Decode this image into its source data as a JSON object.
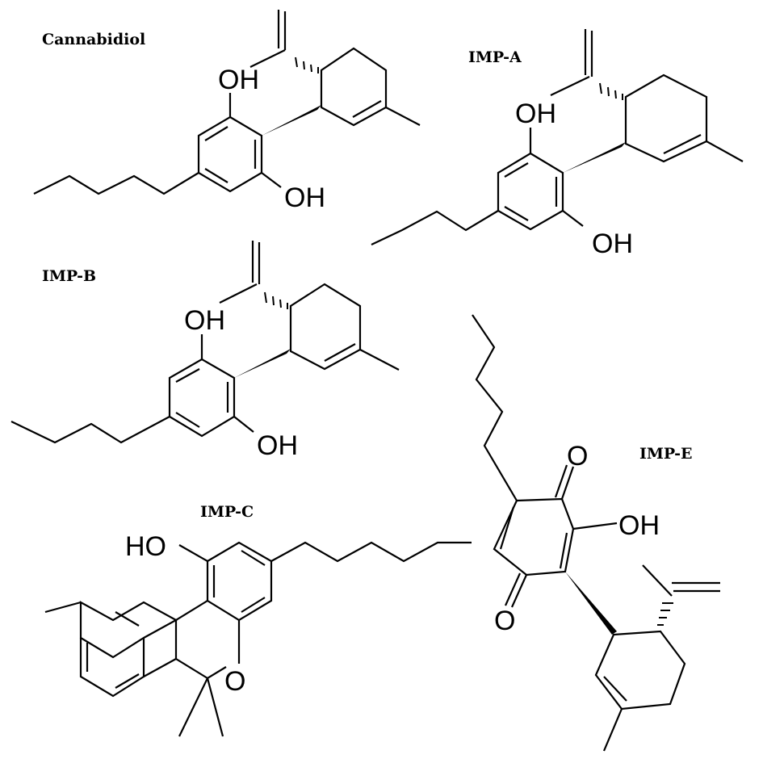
{
  "structures": [
    {
      "title": "Cannabidiol",
      "atoms": {
        "oh_top": "OH",
        "oh_bottom": "OH"
      }
    },
    {
      "title": "IMP-A",
      "atoms": {
        "oh_top": "OH",
        "oh_bottom": "OH"
      }
    },
    {
      "title": "IMP-B",
      "atoms": {
        "oh_top": "OH",
        "oh_bottom": "OH"
      }
    },
    {
      "title": "IMP-C",
      "atoms": {
        "ho": "HO",
        "o_ring": "O"
      }
    },
    {
      "title": "IMP-E",
      "atoms": {
        "o_top": "O",
        "o_bottom": "O",
        "oh": "OH"
      }
    }
  ]
}
